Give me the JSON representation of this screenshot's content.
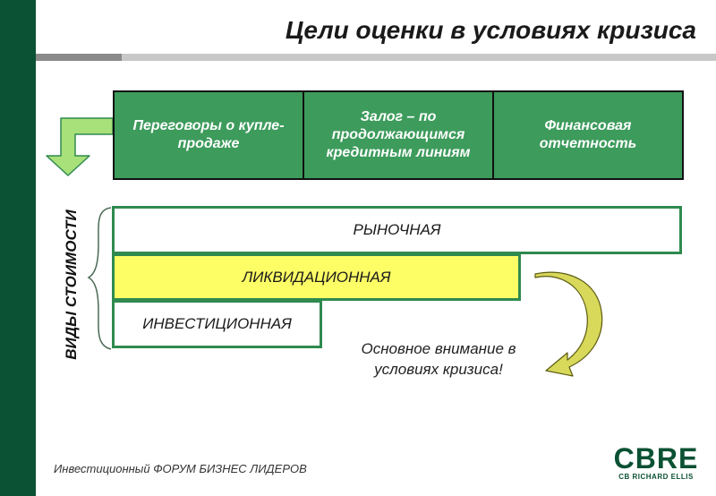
{
  "title": "Цели оценки в условиях кризиса",
  "goals": [
    {
      "label": "Переговоры о купле-продаже"
    },
    {
      "label": "Залог – по продолжающимся кредитным линиям"
    },
    {
      "label": "Финансовая отчетность"
    }
  ],
  "value_types_label": "ВИДЫ СТОИМОСТИ",
  "value_types": [
    {
      "label": "РЫНОЧНАЯ"
    },
    {
      "label": "ЛИКВИДАЦИОННАЯ"
    },
    {
      "label": "ИНВЕСТИЦИОННАЯ"
    }
  ],
  "note": "Основное внимание в условиях кризиса!",
  "footer": "Инвестиционный ФОРУМ БИЗНЕС ЛИДЕРОВ",
  "logo": {
    "main": "CBRE",
    "sub": "CB RICHARD ELLIS"
  },
  "colors": {
    "sidebar": "#0b5133",
    "goal_fill": "#3d9b5c",
    "bar_border": "#2f8a4f",
    "highlight": "#fdfd66",
    "arrow_fill": "#a8e07a",
    "curved_arrow_fill": "#d8d85a"
  }
}
